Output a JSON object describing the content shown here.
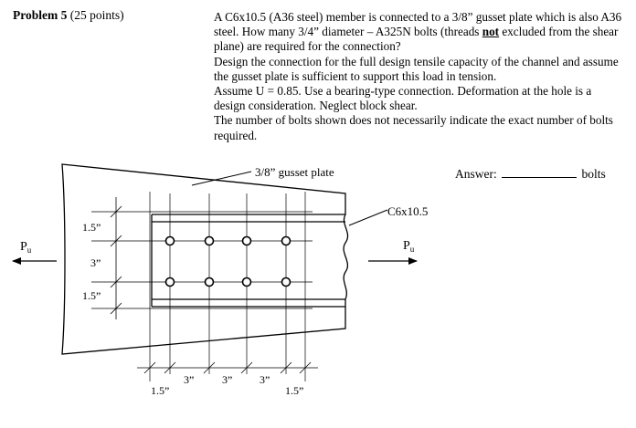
{
  "problem": {
    "label": "Problem 5",
    "points": "(25 points)"
  },
  "statement": {
    "paragraph1_before": "A C6x10.5 (A36 steel) member is connected to a 3/8” gusset plate which is also A36 steel.  How many 3/4” diameter – A325N bolts (threads ",
    "paragraph1_emph": "not",
    "paragraph1_after": " excluded from the shear plane) are required for the connection?",
    "paragraph2": "Design the connection for the full design tensile capacity of the channel and assume the gusset plate is sufficient to support this load in tension.",
    "paragraph3": "Assume U = 0.85. Use a bearing-type connection.  Deformation at the hole is a design consideration.  Neglect block shear.",
    "paragraph4": "The number of bolts shown does not necessarily indicate the exact number of bolts required."
  },
  "answer": {
    "label": "Answer:",
    "unit": "bolts"
  },
  "figure": {
    "gusset_label": "3/8” gusset plate",
    "channel_label": "C6x10.5",
    "left_force": "P",
    "right_force": "P",
    "force_subscript": "u",
    "vertical_dims": [
      "1.5”",
      "3”",
      "1.5”"
    ],
    "horizontal_dims_lower": [
      "1.5”",
      "1.5”"
    ],
    "horizontal_dims_upper": [
      "3”",
      "3”",
      "3”"
    ],
    "bolt_rows": 2,
    "bolts_per_row": 4
  }
}
